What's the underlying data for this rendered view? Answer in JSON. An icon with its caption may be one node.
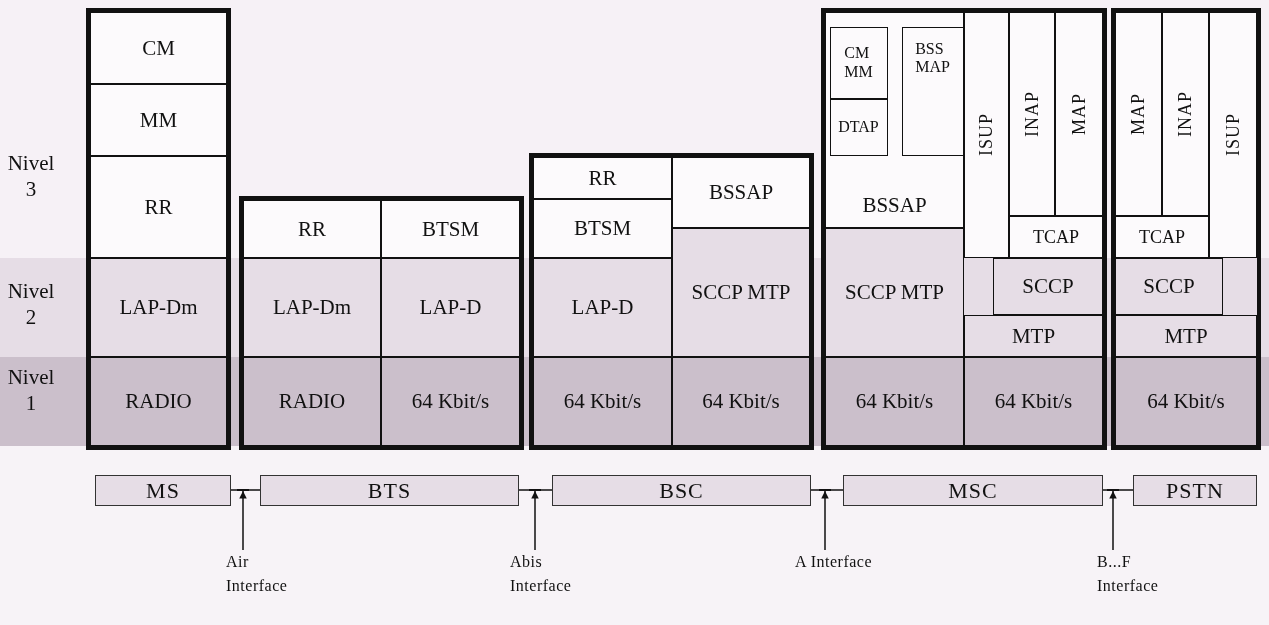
{
  "diagram": {
    "nodes": [
      {
        "text": [],
        "shape": "box"
      },
      {
        "text": [
          "CM"
        ],
        "in": 0
      },
      {
        "text": [
          "MM"
        ],
        "in": 0
      },
      {
        "text": [
          "RR"
        ],
        "in": 0
      },
      {
        "text": [
          "LAP-Dm"
        ],
        "in": 0
      },
      {
        "text": [
          "RADIO"
        ],
        "in": 0
      },
      {
        "text": [],
        "shape": "box"
      },
      {
        "text": [
          "RR"
        ],
        "in": 6
      },
      {
        "text": [
          "BTSM"
        ],
        "in": 6
      },
      {
        "text": [
          "LAP-Dm"
        ],
        "in": 6
      },
      {
        "text": [
          "LAP-D"
        ],
        "in": 6
      },
      {
        "text": [
          "RADIO"
        ],
        "in": 6
      },
      {
        "text": [
          "64 Kbit/s"
        ],
        "in": 6
      },
      {
        "text": [],
        "shape": "box"
      },
      {
        "text": [
          "RR"
        ],
        "in": 13
      },
      {
        "text": [
          "BTSM"
        ],
        "in": 13
      },
      {
        "text": [
          "LAP-D"
        ],
        "in": 13
      },
      {
        "text": [
          "64 Kbit/s"
        ],
        "in": 13
      },
      {
        "text": [
          "BSSAP"
        ],
        "in": 13
      },
      {
        "text": [
          "SCCP MTP"
        ],
        "in": 13
      },
      {
        "text": [
          "64 Kbit/s"
        ],
        "in": 13
      },
      {
        "text": [],
        "shape": "box"
      },
      {
        "text": [
          "BSSAP"
        ],
        "in": 21
      },
      {
        "text": [
          "CM MM"
        ],
        "in": 22
      },
      {
        "text": [
          "DTAP"
        ],
        "in": 22
      },
      {
        "text": [
          "BSS MAP"
        ],
        "in": 22
      },
      {
        "text": [
          "SCCP MTP"
        ],
        "in": 21
      },
      {
        "text": [
          "64 Kbit/s"
        ],
        "in": 21
      },
      {
        "text": [
          "ISUP"
        ],
        "in": 21
      },
      {
        "text": [
          "INAP"
        ],
        "in": 21
      },
      {
        "text": [
          "MAP"
        ],
        "in": 21
      },
      {
        "text": [
          "TCAP"
        ],
        "in": 21
      },
      {
        "text": [
          "SCCP"
        ],
        "in": 21
      },
      {
        "text": [
          "MTP"
        ],
        "in": 21
      },
      {
        "text": [
          "64 Kbit/s"
        ],
        "in": 21
      },
      {
        "text": [],
        "shape": "box"
      },
      {
        "text": [
          "MAP"
        ],
        "in": 35
      },
      {
        "text": [
          "INAP"
        ],
        "in": 35
      },
      {
        "text": [
          "ISUP"
        ],
        "in": 35
      },
      {
        "text": [
          "TCAP"
        ],
        "in": 35
      },
      {
        "text": [
          "SCCP"
        ],
        "in": 35
      },
      {
        "text": [
          "MTP"
        ],
        "in": 35
      },
      {
        "text": [
          "64 Kbit/s"
        ],
        "in": 35
      },
      {
        "text": [
          "MS"
        ]
      },
      {
        "text": [
          "BTS"
        ]
      },
      {
        "text": [
          "BSC"
        ]
      },
      {
        "text": [
          "MSC"
        ]
      },
      {
        "text": [
          "PSTN"
        ]
      },
      {
        "text": [
          "Air Interface"
        ]
      },
      {
        "text": [
          "Abis Interface"
        ]
      },
      {
        "text": [
          "A Interface"
        ]
      },
      {
        "text": [
          "B...F Interface"
        ]
      },
      {
        "text": [],
        "shape": "bar"
      },
      {
        "text": [],
        "shape": "bar"
      },
      {
        "text": [],
        "shape": "bar"
      },
      {
        "text": [],
        "shape": "bar"
      }
    ],
    "edges": [
      {
        "from": 43,
        "to": 52,
        "arrow": "none"
      },
      {
        "from": 52,
        "to": 44,
        "arrow": "none"
      },
      {
        "from": 44,
        "to": 53,
        "arrow": "none"
      },
      {
        "from": 53,
        "to": 45,
        "arrow": "none"
      },
      {
        "from": 45,
        "to": 54,
        "arrow": "none"
      },
      {
        "from": 54,
        "to": 46,
        "arrow": "none"
      },
      {
        "from": 46,
        "to": 55,
        "arrow": "none"
      },
      {
        "from": 55,
        "to": 47,
        "arrow": "none"
      },
      {
        "from": 48,
        "to": 52,
        "arrow": "to"
      },
      {
        "from": 49,
        "to": 53,
        "arrow": "to"
      },
      {
        "from": 50,
        "to": 54,
        "arrow": "to"
      },
      {
        "from": 51,
        "to": 55,
        "arrow": "to"
      }
    ],
    "labels": [
      "Nivel 3",
      "Nivel 2",
      "Nivel 1"
    ]
  }
}
